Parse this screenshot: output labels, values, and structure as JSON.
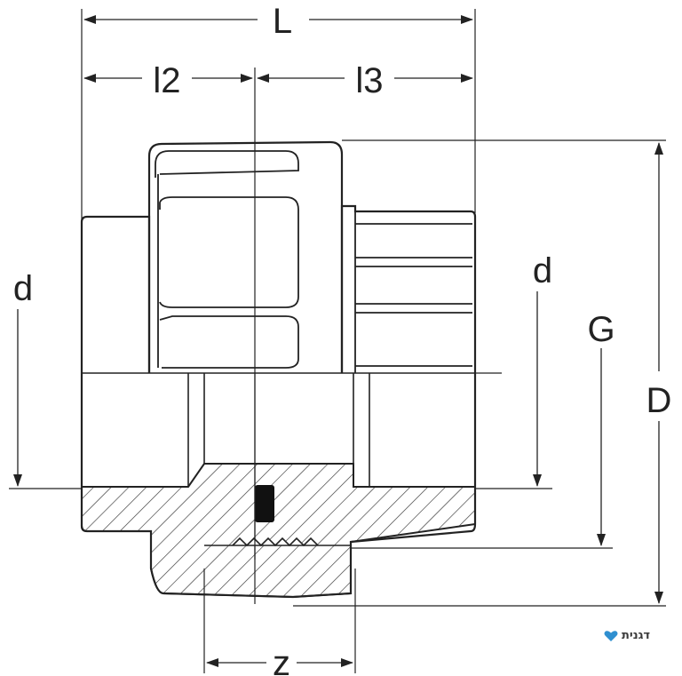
{
  "dimensions": {
    "L": "L",
    "l2": "l2",
    "l3": "l3",
    "d_left": "d",
    "d_right": "d",
    "G": "G",
    "D": "D",
    "z": "z"
  },
  "logo": {
    "text": "דגנית",
    "icon": "heart-icon",
    "color": "#2f8fd0"
  },
  "colors": {
    "line": "#222222",
    "grey": "#9a9a9a"
  }
}
